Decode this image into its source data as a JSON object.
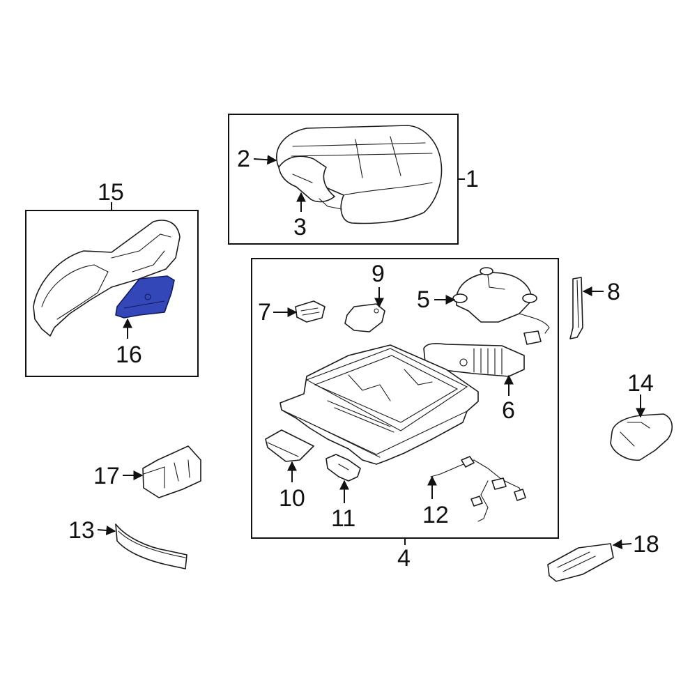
{
  "callouts": {
    "c1": "1",
    "c2": "2",
    "c3": "3",
    "c4": "4",
    "c5": "5",
    "c6": "6",
    "c7": "7",
    "c8": "8",
    "c9": "9",
    "c10": "10",
    "c11": "11",
    "c12": "12",
    "c13": "13",
    "c14": "14",
    "c15": "15",
    "c16": "16",
    "c17": "17",
    "c18": "18"
  },
  "highlighted_part": "16",
  "colors": {
    "highlight": "#3347b8",
    "line": "#111111",
    "background": "#ffffff"
  }
}
